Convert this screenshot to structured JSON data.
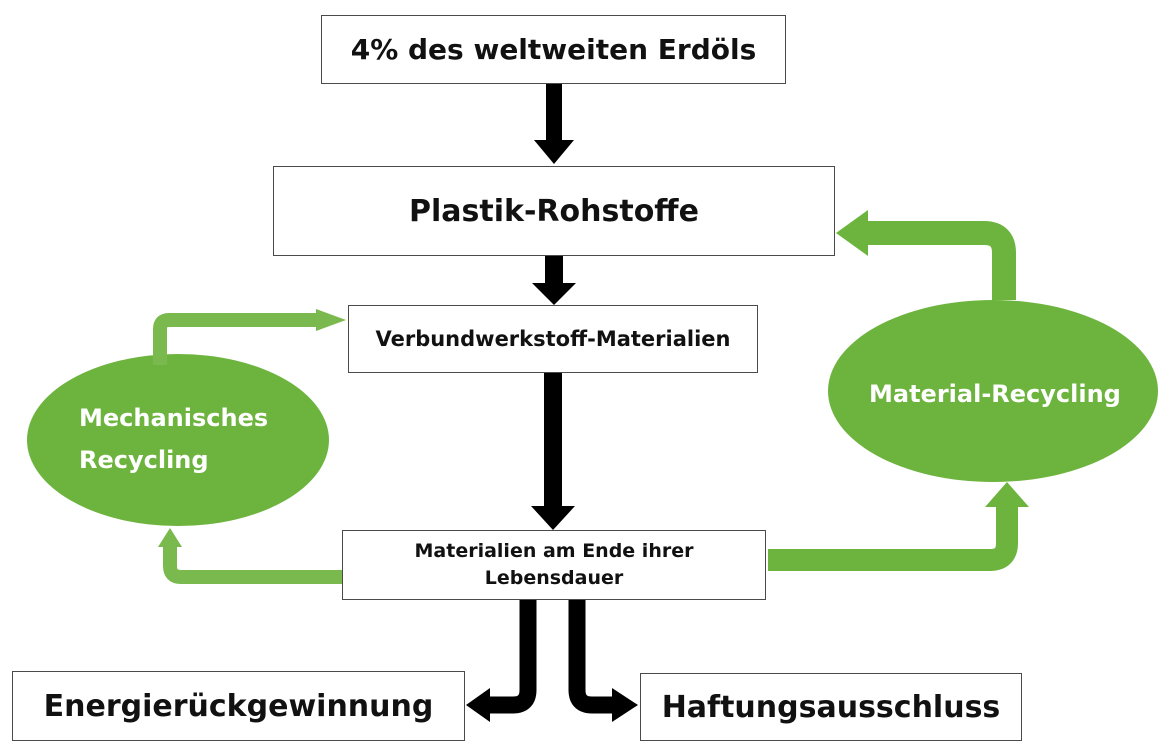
{
  "boxes": {
    "erdoel": "4% des weltweiten Erdöls",
    "plastik": "Plastik-Rohstoffe",
    "verbund": "Verbundwerkstoff-Materialien",
    "ende_line1": "Materialien am Ende ihrer",
    "ende_line2": "Lebensdauer",
    "energie": "Energierückgewinnung",
    "haftung": "Haftungsausschluss"
  },
  "ovals": {
    "mechanisch_line1": "Mechanisches",
    "mechanisch_line2": "Recycling",
    "material": "Material-Recycling"
  },
  "colors": {
    "green": "#6db43e",
    "green_dark": "#5a9a32",
    "arrow": "#000000",
    "box_border": "#4a4a4a"
  }
}
